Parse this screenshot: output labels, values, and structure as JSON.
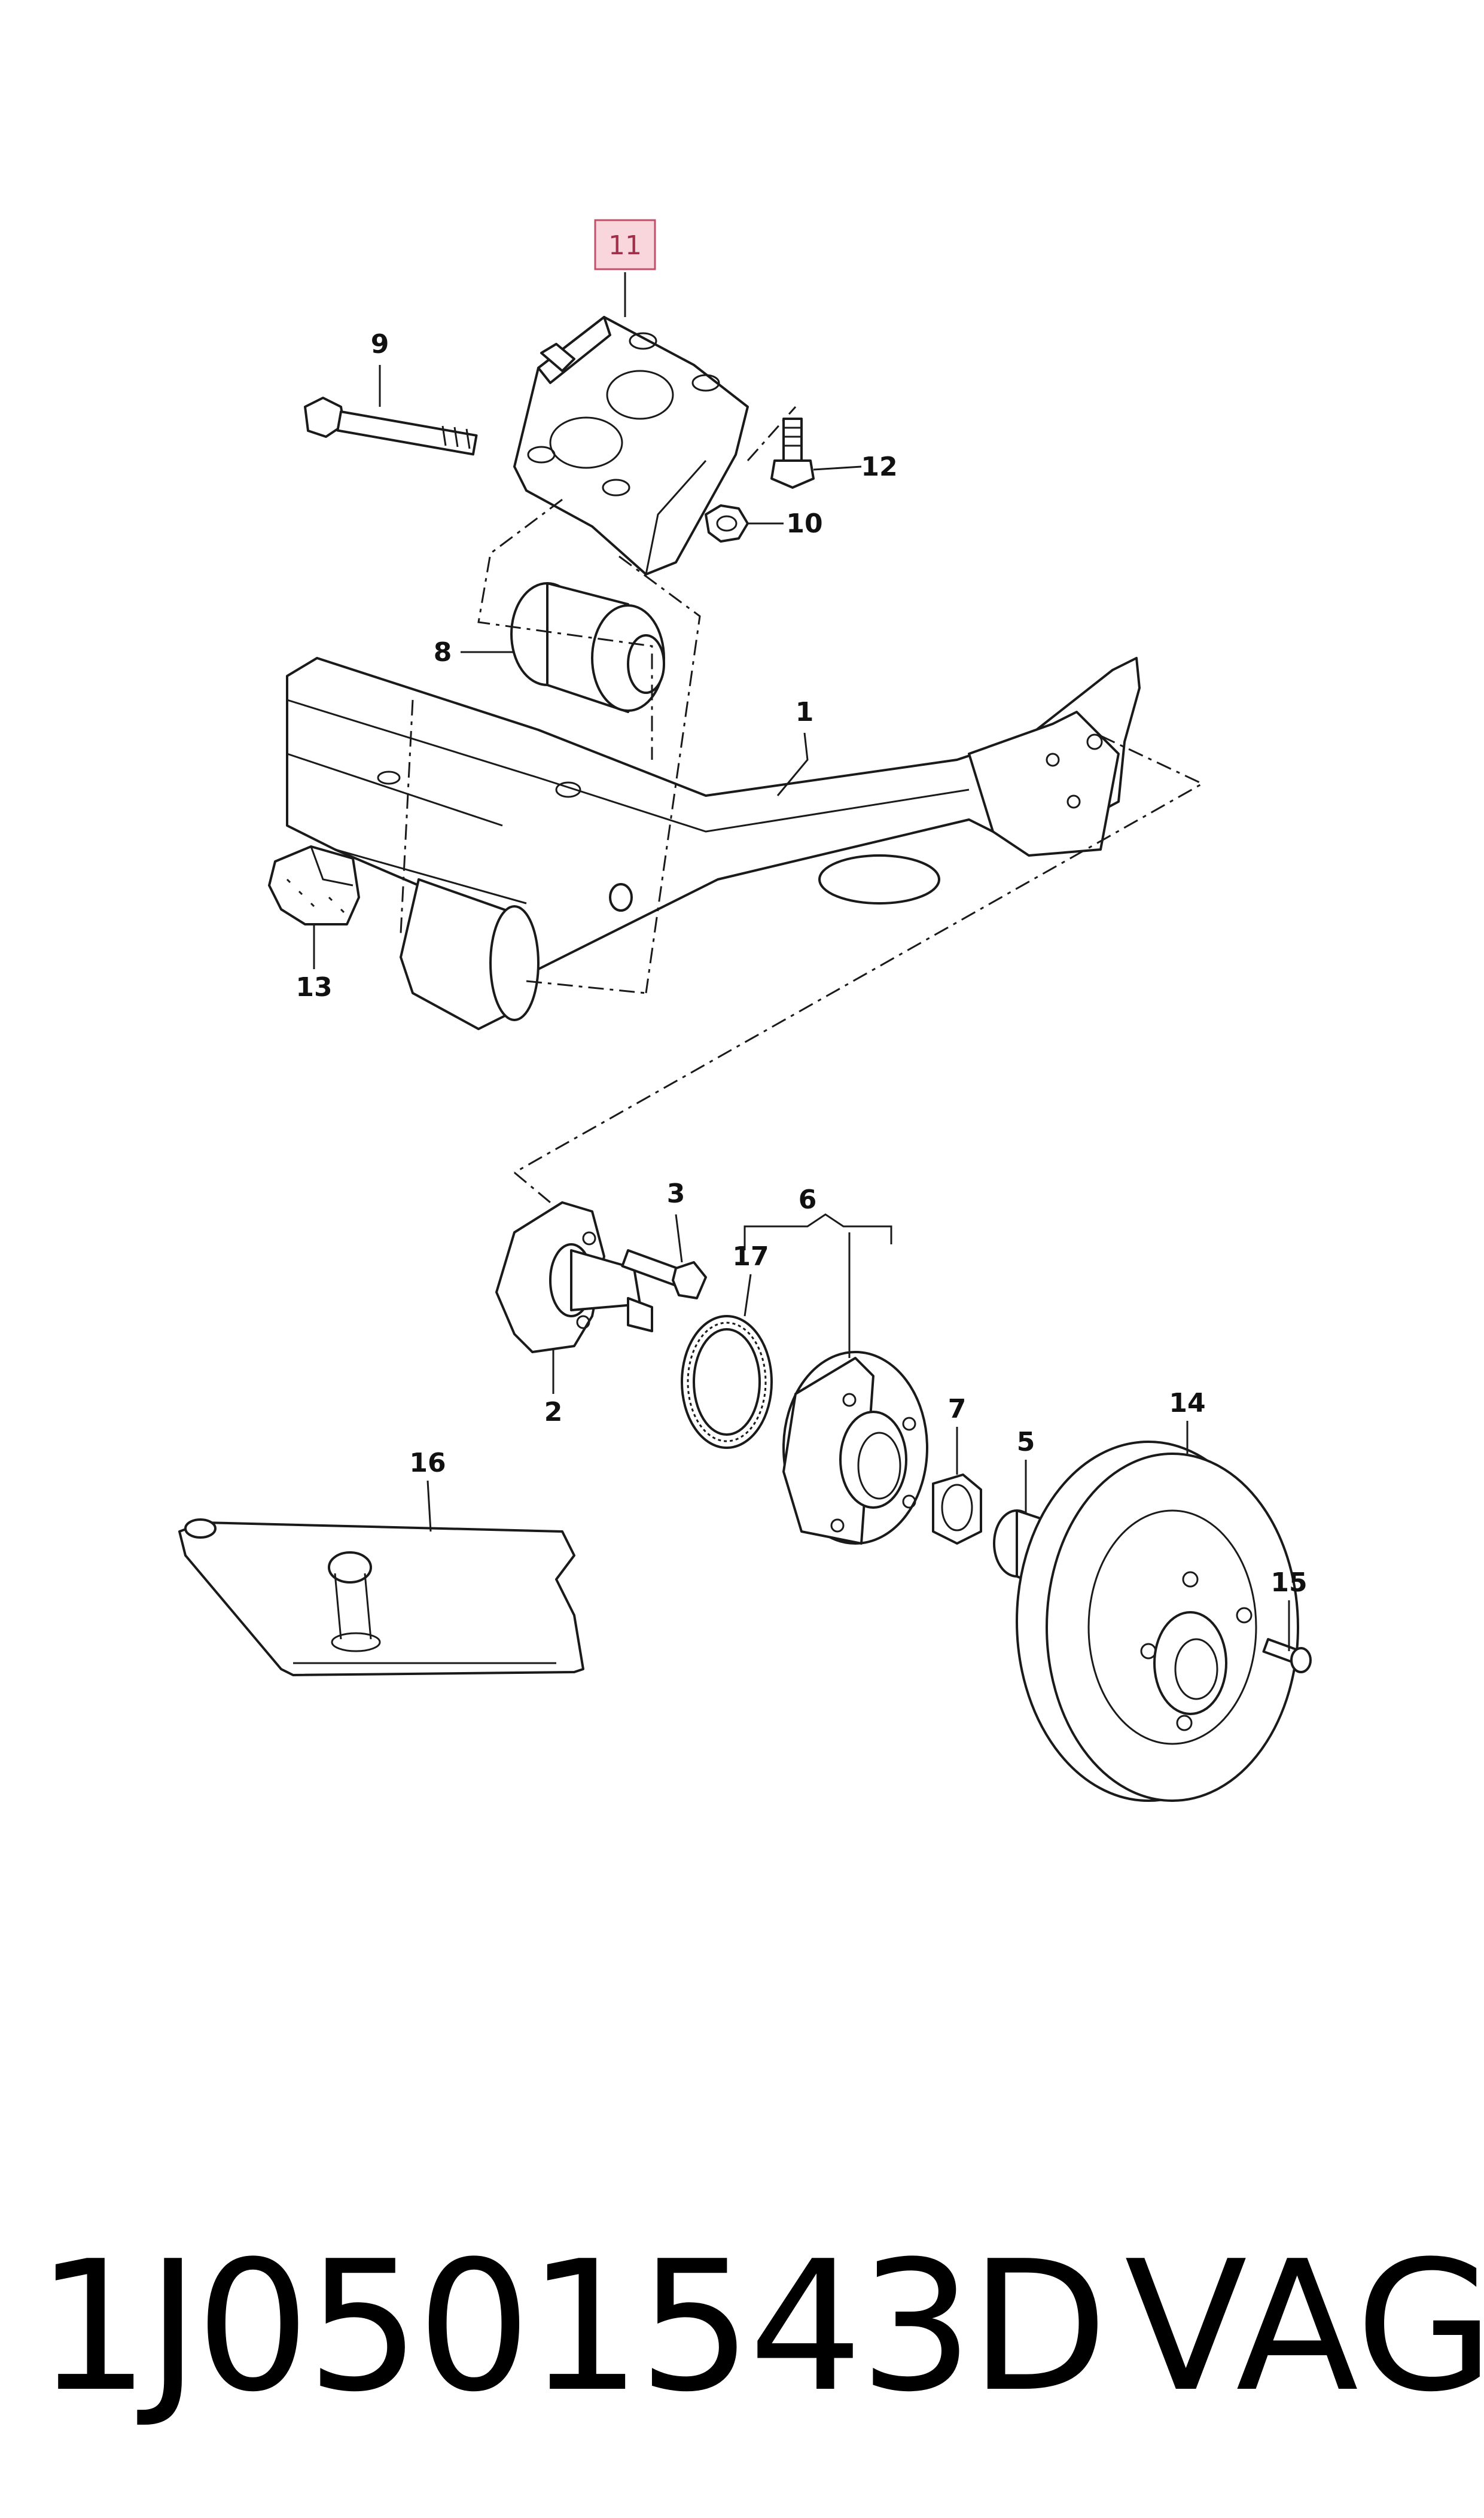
{
  "diagram": {
    "callouts": [
      {
        "id": "c1",
        "text": "1"
      },
      {
        "id": "c2",
        "text": "2"
      },
      {
        "id": "c3",
        "text": "3"
      },
      {
        "id": "c5",
        "text": "5"
      },
      {
        "id": "c6",
        "text": "6"
      },
      {
        "id": "c7",
        "text": "7"
      },
      {
        "id": "c8",
        "text": "8"
      },
      {
        "id": "c9",
        "text": "9"
      },
      {
        "id": "c10",
        "text": "10"
      },
      {
        "id": "c11",
        "text": "11",
        "highlighted": true
      },
      {
        "id": "c12",
        "text": "12"
      },
      {
        "id": "c13",
        "text": "13"
      },
      {
        "id": "c14",
        "text": "14"
      },
      {
        "id": "c15",
        "text": "15"
      },
      {
        "id": "c16",
        "text": "16"
      },
      {
        "id": "c17",
        "text": "17"
      }
    ],
    "highlight_color": "#f9d6dc",
    "highlight_border": "#c0506a"
  },
  "footer": {
    "part_number": "1J0501543D",
    "brand": "VAG"
  }
}
